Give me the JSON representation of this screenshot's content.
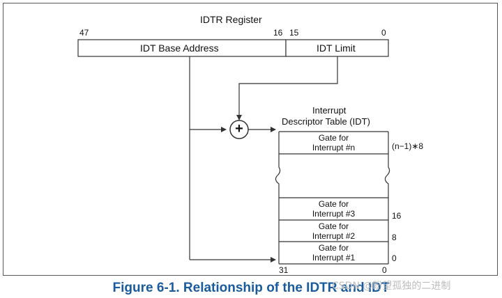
{
  "diagram": {
    "register_title": "IDTR Register",
    "bit_47": "47",
    "bit_16": "16",
    "bit_15": "15",
    "bit_0": "0",
    "base_address_label": "IDT Base Address",
    "limit_label": "IDT Limit",
    "adder_symbol": "+",
    "table_title_line1": "Interrupt",
    "table_title_line2": "Descriptor Table (IDT)",
    "gates": [
      {
        "line1": "Gate for",
        "line2": "Interrupt #n",
        "offset": "(n−1)∗8"
      },
      {
        "line1": "Gate for",
        "line2": "Interrupt #3",
        "offset": "16"
      },
      {
        "line1": "Gate for",
        "line2": "Interrupt #2",
        "offset": "8"
      },
      {
        "line1": "Gate for",
        "line2": "Interrupt #1",
        "offset": "0"
      }
    ],
    "table_bit_31": "31",
    "table_bit_0": "0"
  },
  "caption": "Figure 6-1.  Relationship of the IDTR and IDT",
  "watermark": "CSDN @盼望孤独的二进制",
  "colors": {
    "caption": "#1a5b9e",
    "lines": "#333333",
    "frame": "#555555",
    "watermark": "#bdbdbd"
  }
}
